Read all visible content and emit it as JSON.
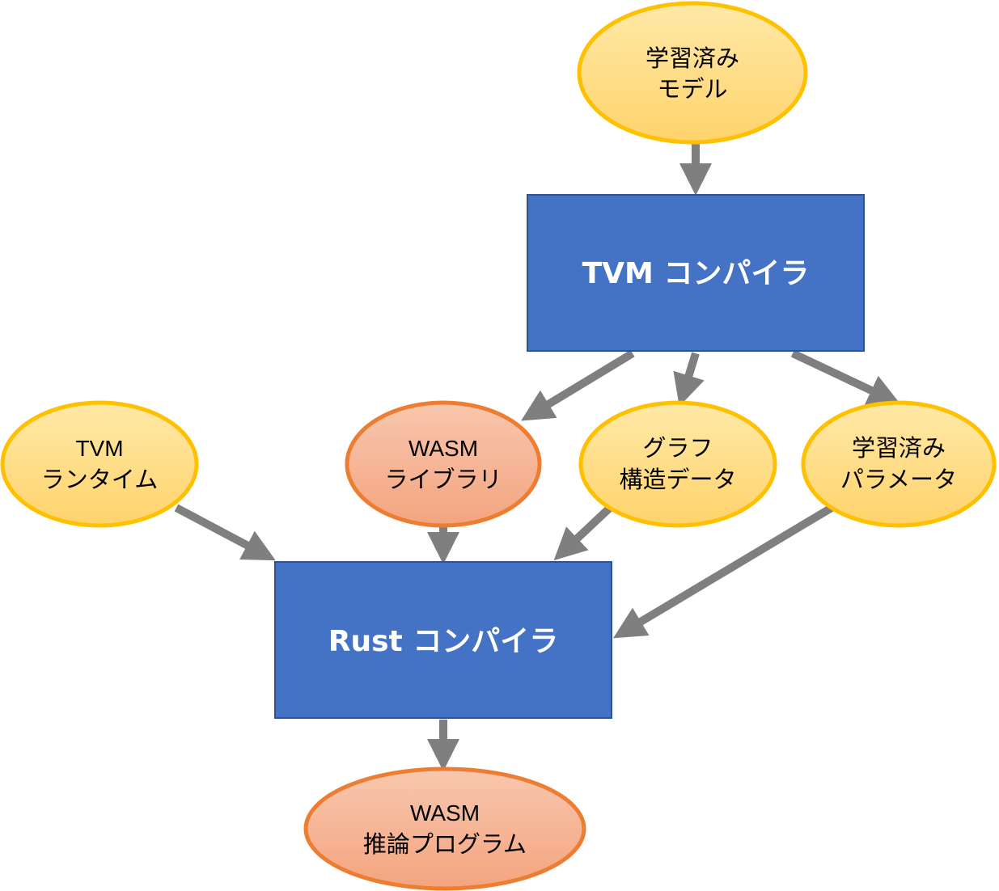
{
  "nodes": {
    "trained_model": {
      "line1": "学習済み",
      "line2": "モデル"
    },
    "tvm_compiler": {
      "label": "TVM コンパイラ"
    },
    "tvm_runtime": {
      "line1": "TVM",
      "line2": "ランタイム"
    },
    "wasm_library": {
      "line1": "WASM",
      "line2": "ライブラリ"
    },
    "graph_structure": {
      "line1": "グラフ",
      "line2": "構造データ"
    },
    "trained_params": {
      "line1": "学習済み",
      "line2": "パラメータ"
    },
    "rust_compiler": {
      "label": "Rust コンパイラ"
    },
    "wasm_inference": {
      "line1": "WASM",
      "line2": "推論プログラム"
    }
  },
  "colors": {
    "yellow_fill_top": "#ffe9a8",
    "yellow_fill_bottom": "#ffd36b",
    "yellow_stroke": "#ffc000",
    "orange_fill_top": "#f8c3a8",
    "orange_fill_bottom": "#f4a582",
    "orange_stroke": "#ed7d31",
    "box_fill": "#4472c4",
    "box_stroke": "#2f528f",
    "arrow": "#7f7f7f"
  }
}
